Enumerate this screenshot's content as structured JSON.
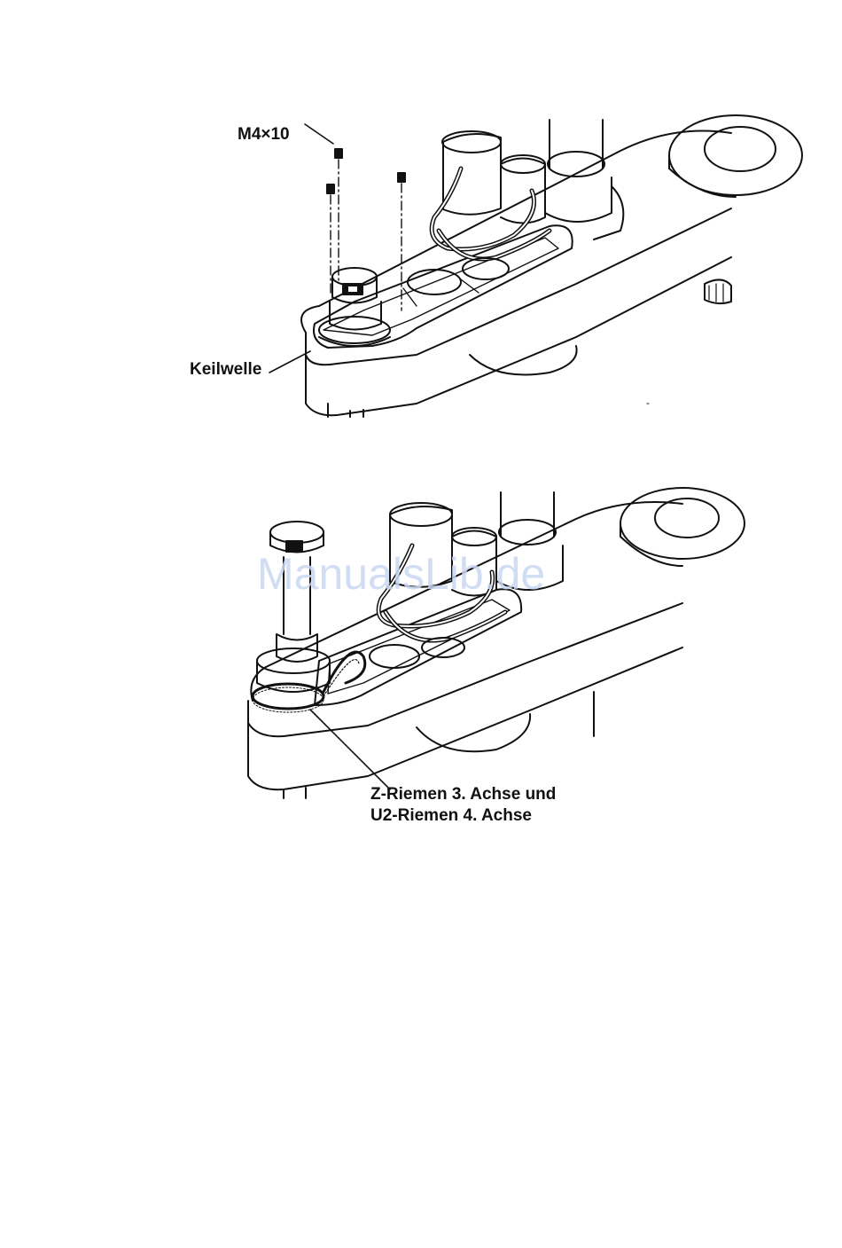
{
  "figure_top": {
    "screw_label": "M4×10",
    "shaft_label": "Keilwelle"
  },
  "figure_bottom": {
    "belt_label_line1": "Z-Riemen 3. Achse und",
    "belt_label_line2": "U2-Riemen 4. Achse"
  },
  "watermark": "ManualsLib.de",
  "colors": {
    "ink": "#111111",
    "paper": "#ffffff",
    "watermark": "#c9d8f2"
  }
}
